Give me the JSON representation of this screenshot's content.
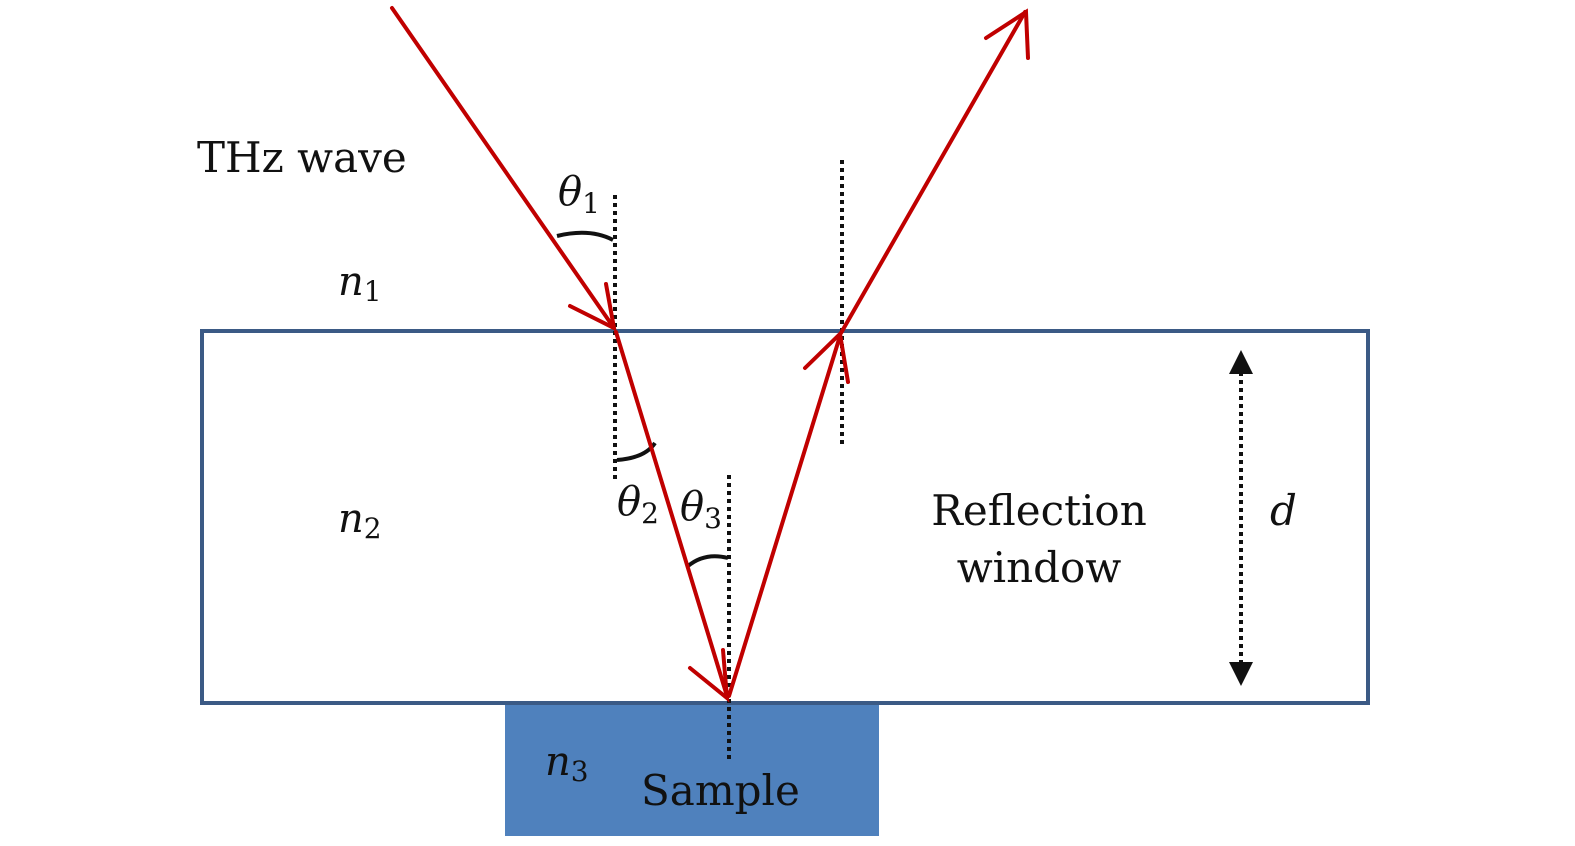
{
  "labels": {
    "wave": "THz wave",
    "n1": "n",
    "n1_sub": "1",
    "n2": "n",
    "n2_sub": "2",
    "n3": "n",
    "n3_sub": "3",
    "theta1": "θ",
    "theta1_sub": "1",
    "theta2": "θ",
    "theta2_sub": "2",
    "theta3": "θ",
    "theta3_sub": "3",
    "window_line1": "Reflection",
    "window_line2": "window",
    "thickness": "d",
    "sample": "Sample"
  },
  "colors": {
    "ray": "#c00000",
    "window_border": "#3b5a85",
    "sample_fill": "#4f81bd",
    "normal": "#111111"
  }
}
